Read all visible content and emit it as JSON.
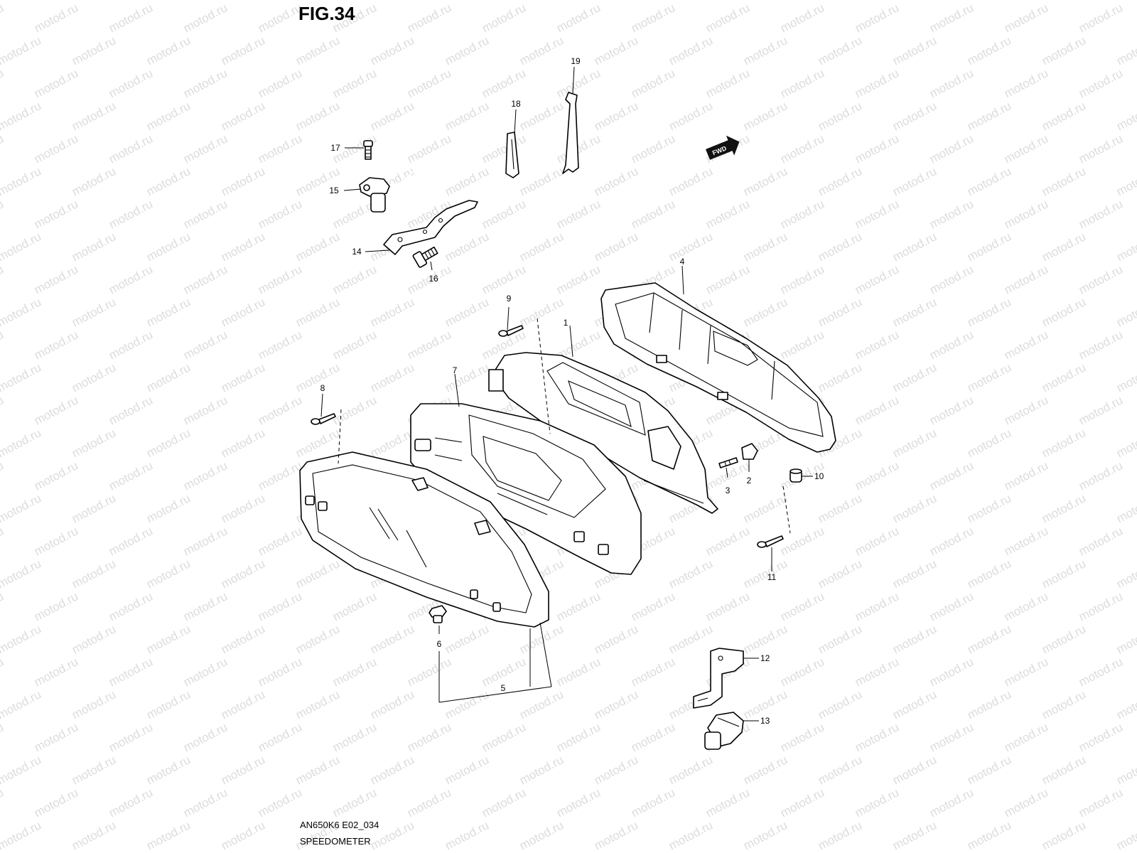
{
  "figure": {
    "title": "FIG.34",
    "model_code": "AN650K6 E02_034",
    "section_name": "SPEEDOMETER"
  },
  "watermark": {
    "text": "motod.ru",
    "color": "#dcdcdc"
  },
  "direction_badge": {
    "label": "FWD"
  },
  "callouts": [
    {
      "id": "c1",
      "label": "1"
    },
    {
      "id": "c2",
      "label": "2"
    },
    {
      "id": "c3",
      "label": "3"
    },
    {
      "id": "c4",
      "label": "4"
    },
    {
      "id": "c5",
      "label": "5"
    },
    {
      "id": "c6",
      "label": "6"
    },
    {
      "id": "c7",
      "label": "7"
    },
    {
      "id": "c8",
      "label": "8"
    },
    {
      "id": "c9",
      "label": "9"
    },
    {
      "id": "c10",
      "label": "10"
    },
    {
      "id": "c11",
      "label": "11"
    },
    {
      "id": "c12",
      "label": "12"
    },
    {
      "id": "c13",
      "label": "13"
    },
    {
      "id": "c14",
      "label": "14"
    },
    {
      "id": "c15",
      "label": "15"
    },
    {
      "id": "c16",
      "label": "16"
    },
    {
      "id": "c17",
      "label": "17"
    },
    {
      "id": "c18",
      "label": "18"
    },
    {
      "id": "c19",
      "label": "19"
    }
  ]
}
